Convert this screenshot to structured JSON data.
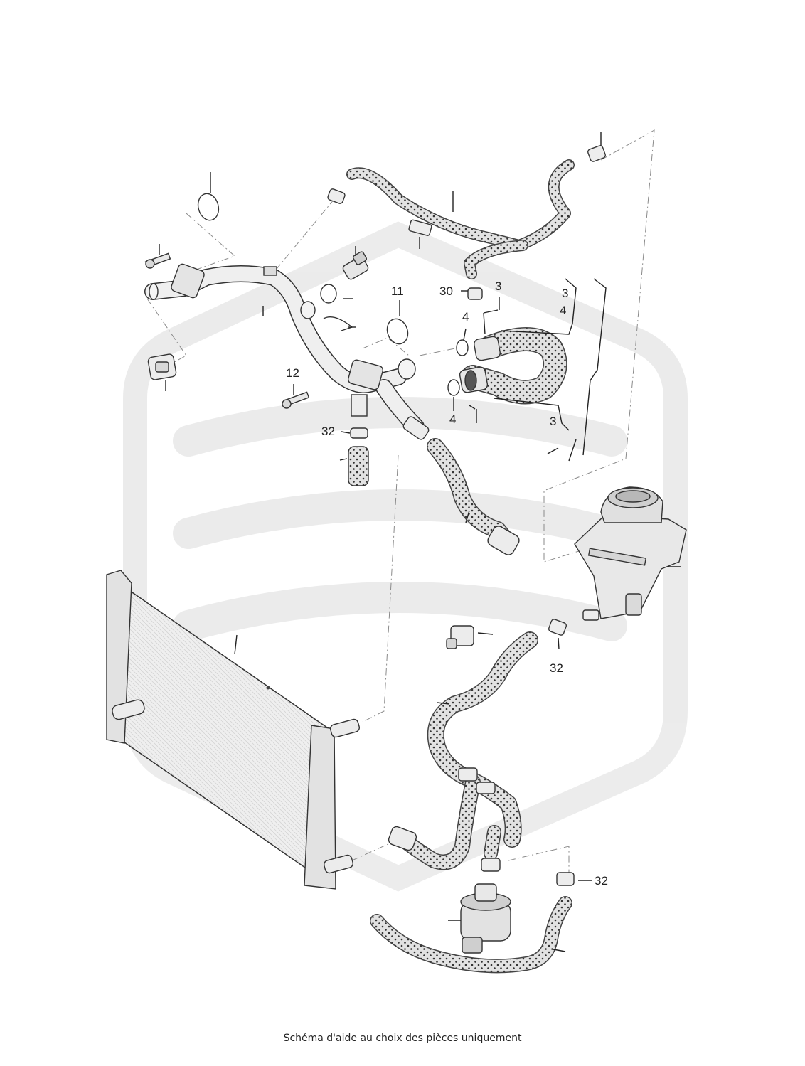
{
  "caption": "Schéma d'aide au choix des pièces uniquement",
  "labels": {
    "l30": "30",
    "l3a": "3",
    "l3b": "3",
    "l4a": "4",
    "l11": "11",
    "l4b": "4",
    "l12": "12",
    "l32a": "32",
    "l4c": "4",
    "l3c": "3",
    "l32b": "32",
    "l32c": "32"
  },
  "colors": {
    "hose": "#e4e4e4",
    "hose_dot": "#3a3a3a",
    "metal": "#ececec",
    "watermark": "#e6e6e6",
    "radiator": "#efefef"
  }
}
